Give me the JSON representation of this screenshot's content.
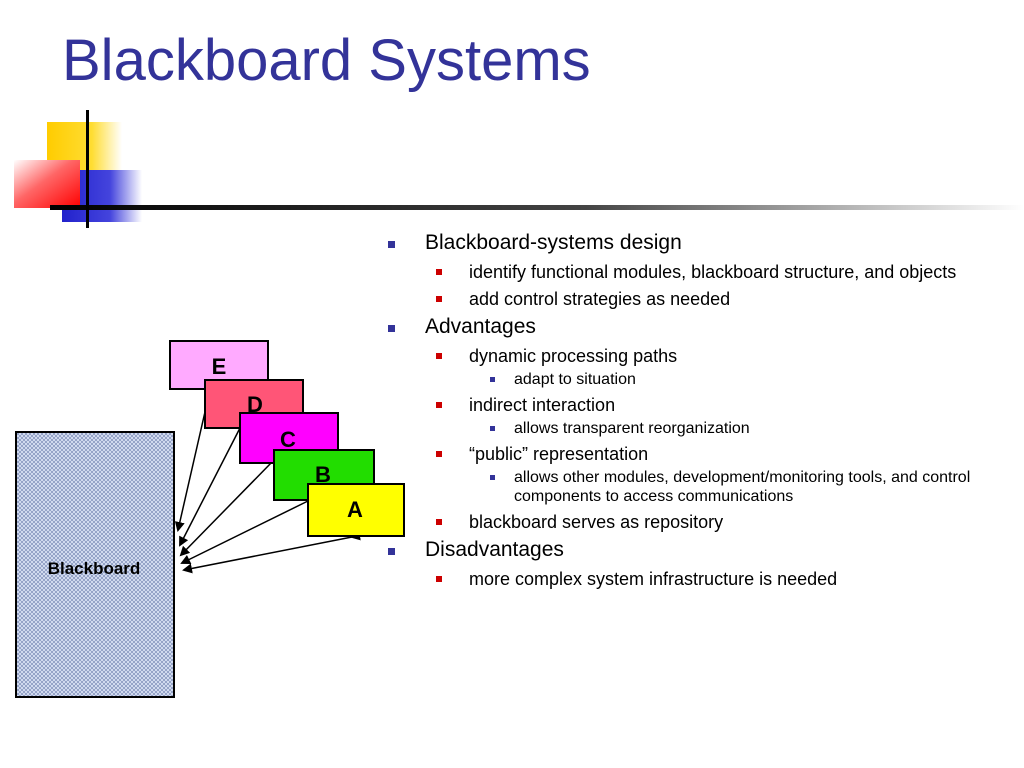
{
  "title": "Blackboard Systems",
  "colors": {
    "title": "#333399",
    "bullet_l1": "#333399",
    "bullet_l2": "#cc0000",
    "bullet_l3": "#333399",
    "box_e": "#ffaaff",
    "box_d": "#ff5577",
    "box_c": "#ff00ff",
    "box_b": "#22dd00",
    "box_a": "#ffff00",
    "blackboard": "#c8d4f0"
  },
  "diagram": {
    "blackboard_label": "Blackboard",
    "modules": [
      {
        "label": "E"
      },
      {
        "label": "D"
      },
      {
        "label": "C"
      },
      {
        "label": "B"
      },
      {
        "label": "A"
      }
    ]
  },
  "bullets": [
    {
      "text": "Blackboard-systems design",
      "children": [
        {
          "text": "identify functional modules, blackboard structure, and objects"
        },
        {
          "text": "add control strategies as needed"
        }
      ]
    },
    {
      "text": "Advantages",
      "children": [
        {
          "text": "dynamic processing paths",
          "children": [
            {
              "text": "adapt to situation"
            }
          ]
        },
        {
          "text": "indirect interaction",
          "children": [
            {
              "text": "allows transparent reorganization"
            }
          ]
        },
        {
          "text": "“public” representation",
          "children": [
            {
              "text": "allows other modules, development/monitoring tools, and control components to access communications"
            }
          ]
        },
        {
          "text": "blackboard serves as repository"
        }
      ]
    },
    {
      "text": "Disadvantages",
      "children": [
        {
          "text": "more complex system infrastructure is needed"
        }
      ]
    }
  ]
}
